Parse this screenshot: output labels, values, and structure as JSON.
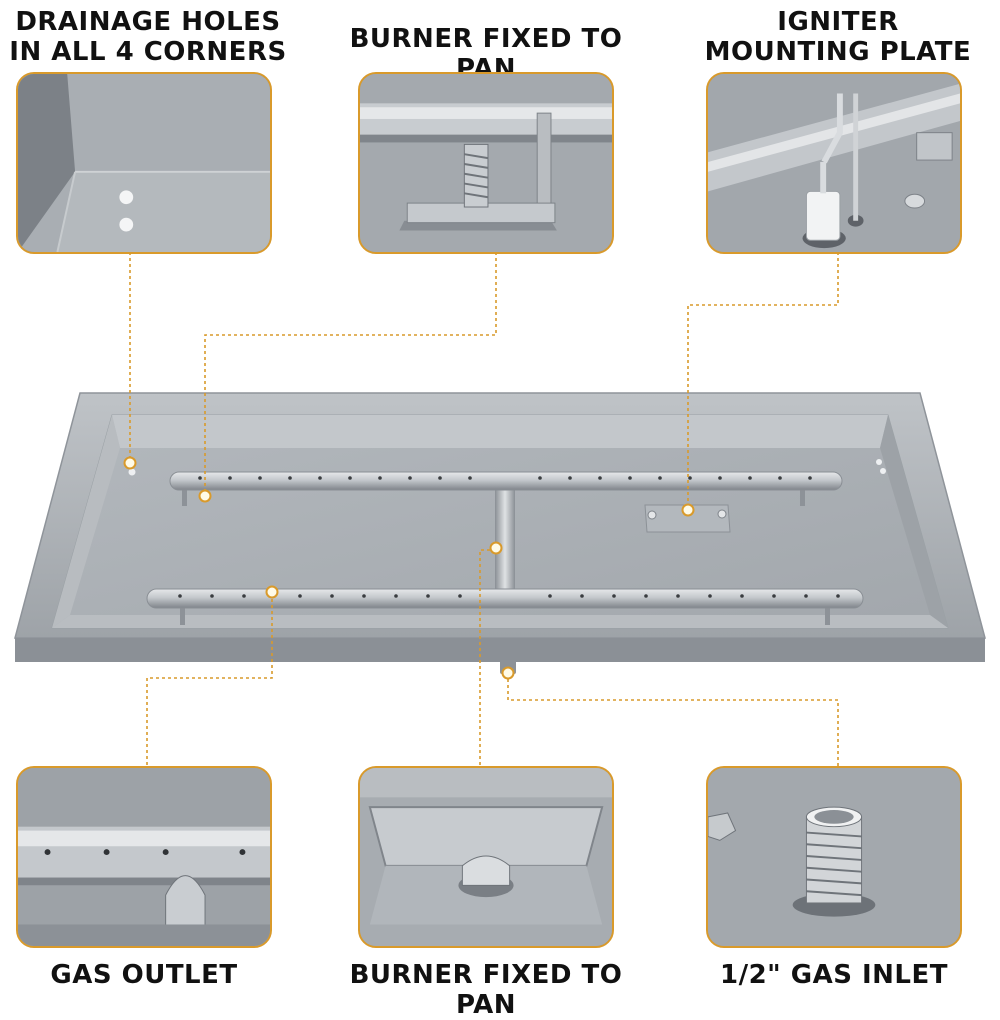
{
  "labels": {
    "drainage": "DRAINAGE HOLES IN ALL 4 CORNERS",
    "burner_fixed_top": "BURNER FIXED TO PAN",
    "igniter": "IGNITER MOUNTING PLATE",
    "gas_outlet": "GAS OUTLET",
    "burner_fixed_bottom": "BURNER FIXED TO PAN",
    "gas_inlet": "1/2\" GAS INLET"
  },
  "colors": {
    "accent": "#d99a2b",
    "steel_light": "#c9cdd1",
    "steel_mid": "#a7acb1",
    "steel_dark": "#7d8288"
  }
}
